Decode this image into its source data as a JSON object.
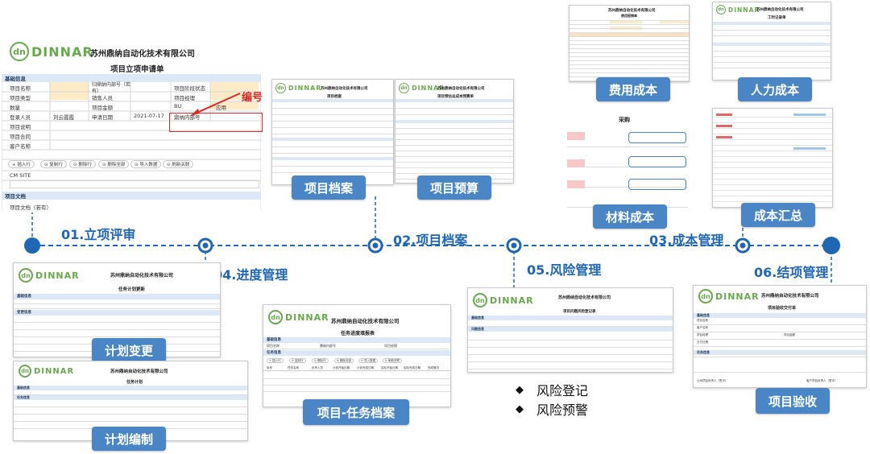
{
  "brand": {
    "logo_mark": "dn",
    "logo_word": "DINNAR"
  },
  "stages": [
    {
      "label": "01.立项评审"
    },
    {
      "label": "02.项目档案"
    },
    {
      "label": "03.成本管理"
    },
    {
      "label": "04.进度管理"
    },
    {
      "label": "05.风险管理"
    },
    {
      "label": "06.结项管理"
    }
  ],
  "tags": {
    "project_file": "项目档案",
    "project_budget": "项目预算",
    "expense_cost": "费用成本",
    "labor_cost": "人力成本",
    "material_cost": "材料成本",
    "cost_summary": "成本汇总",
    "plan_change": "计划变更",
    "plan_compile": "计划编制",
    "task_file": "项目-任务档案",
    "project_acceptance": "项目验收"
  },
  "bullets": [
    "风险登记",
    "风险预警"
  ],
  "callout": {
    "label": "编号"
  },
  "main_form": {
    "company": "苏州鼎纳自动化技术有限公司",
    "title": "项目立项申请单",
    "section_basic": "基础信息",
    "section_doc": "项目文档",
    "fields": {
      "name": "项目名称",
      "internal_no": "归鼎纳内部号（若有）",
      "stage_status": "项目阶段状态",
      "type": "项目类型",
      "sales": "销售人员",
      "manager": "项目经理",
      "qty": "数量",
      "amount": "项目金额",
      "bu": "BU",
      "register": "登录人员",
      "register_val": "刘云霞霞",
      "apply_date": "申请日期",
      "apply_date_val": "2021-07-17",
      "internal_no2": "鼎纳内部号",
      "desc": "项目说明",
      "contract": "项目合同",
      "customer": "客户名称",
      "site": "CM SITE",
      "doc": "项目文档（若有）",
      "extra": "应用"
    },
    "buttons": [
      "+ 插入行",
      "⊙ 复制行",
      "⊙ 删除行",
      "⊙ 删除全部",
      "⊙ 导入数据",
      "⊙ 刷新关联"
    ]
  },
  "docs": {
    "archive": {
      "company": "苏州鼎纳自动化技术有限公司",
      "title": "项目档案"
    },
    "budget": {
      "company": "苏州鼎纳自动化技术有限公司",
      "title": "项目预估总成本预算单"
    },
    "expense": {
      "company": "苏州鼎纳自动化技术有限公司",
      "title": "费用报销单"
    },
    "labor": {
      "company": "苏州鼎纳自动化技术有限公司",
      "title": "工时记录单"
    },
    "material": {
      "title": "采购"
    },
    "plan_change": {
      "company": "苏州鼎纳自动化技术有限公司",
      "title": "任务计划更新",
      "section": "基础信息",
      "section2": "变更信息"
    },
    "plan_compile": {
      "company": "苏州鼎纳自动化技术有限公司",
      "title": "任务计划",
      "section": "基础信息",
      "section2": "任务信息"
    },
    "task_file": {
      "company": "苏州鼎纳自动化技术有限公司",
      "title": "任务进度填报表",
      "section": "基础信息",
      "section2": "任务信息",
      "f1": "项目名称",
      "f2": "鼎纳内部号",
      "f3": "项目经理",
      "buttons": [
        "+ 插入行",
        "⊙ 复制行",
        "⊙ 删除行",
        "⊙ 删除全部",
        "⊙ 导入数据",
        "⊙ 刷新关联"
      ],
      "cols": [
        "序号",
        "任务名称",
        "负责人员",
        "计划开始日期",
        "计划完成日期",
        "实际开始日期",
        "实际完成日期",
        "完成情况"
      ],
      "row1": "1"
    },
    "risk": {
      "company": "苏州鼎纳自动化技术有限公司",
      "title": "项目问题风险登记表",
      "section": "基础信息",
      "section2": "问题信息"
    },
    "acceptance": {
      "company": "苏州鼎纳自动化技术有限公司",
      "title": "项目验收交付单",
      "section": "基础信息",
      "section2": "任务信息",
      "f1": "项目名称",
      "f2": "客户名称",
      "f3": "项目经理",
      "f4": "项目金额",
      "f5": "交付日期",
      "sign1": "公司项目负责人（签字）",
      "sign2": "客户项目负责人（签字）"
    }
  },
  "colors": {
    "accent": "#1f66b3",
    "tag": "#4a86c5",
    "logo": "#6aa84f",
    "callout": "#d62b2b",
    "highlight": "#fdebc8"
  }
}
